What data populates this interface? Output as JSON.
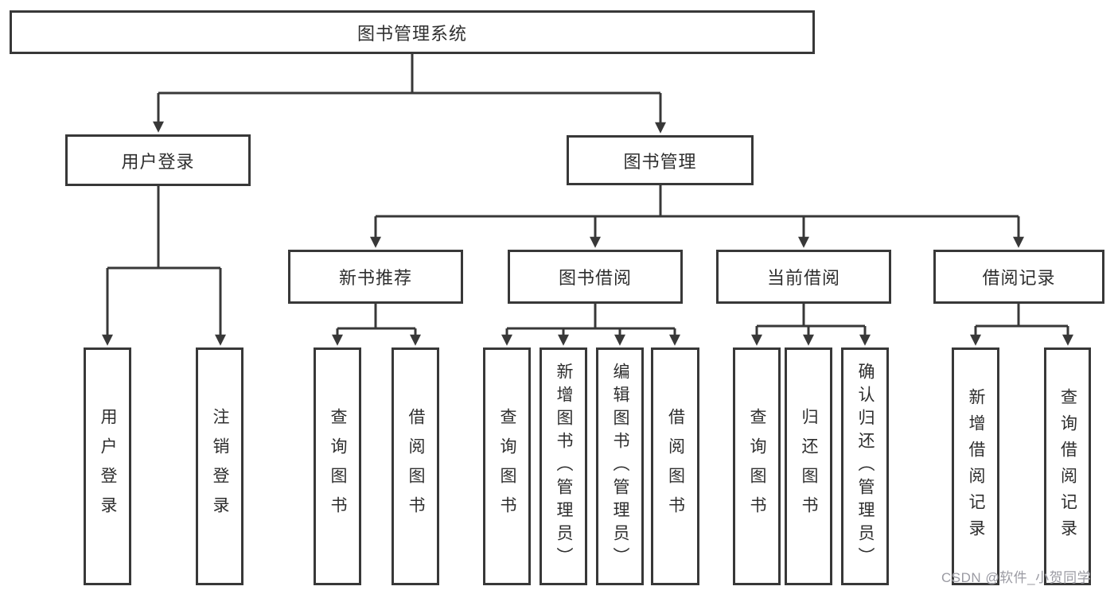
{
  "diagram": {
    "root": {
      "label": "图书管理系统"
    },
    "branches": [
      {
        "label": "用户登录",
        "children": [
          {
            "label": "用户登录"
          },
          {
            "label": "注销登录"
          }
        ]
      },
      {
        "label": "图书管理",
        "children": [
          {
            "label": "新书推荐",
            "children": [
              {
                "label": "查询图书"
              },
              {
                "label": "借阅图书"
              }
            ]
          },
          {
            "label": "图书借阅",
            "children": [
              {
                "label": "查询图书"
              },
              {
                "label": "新增图书（管理员）"
              },
              {
                "label": "编辑图书（管理员）"
              },
              {
                "label": "借阅图书"
              }
            ]
          },
          {
            "label": "当前借阅",
            "children": [
              {
                "label": "查询图书"
              },
              {
                "label": "归还图书"
              },
              {
                "label": "确认归还（管理员）"
              }
            ]
          },
          {
            "label": "借阅记录",
            "children": [
              {
                "label": "新增借阅记录"
              },
              {
                "label": "查询借阅记录"
              }
            ]
          }
        ]
      }
    ]
  },
  "watermark": {
    "text": "CSDN @软件_小贺同学"
  },
  "colors": {
    "background": "#ffffff",
    "line": "#383838",
    "box_border": "#383838",
    "text": "#2e2e2e",
    "watermark": "#9b9ba3"
  }
}
